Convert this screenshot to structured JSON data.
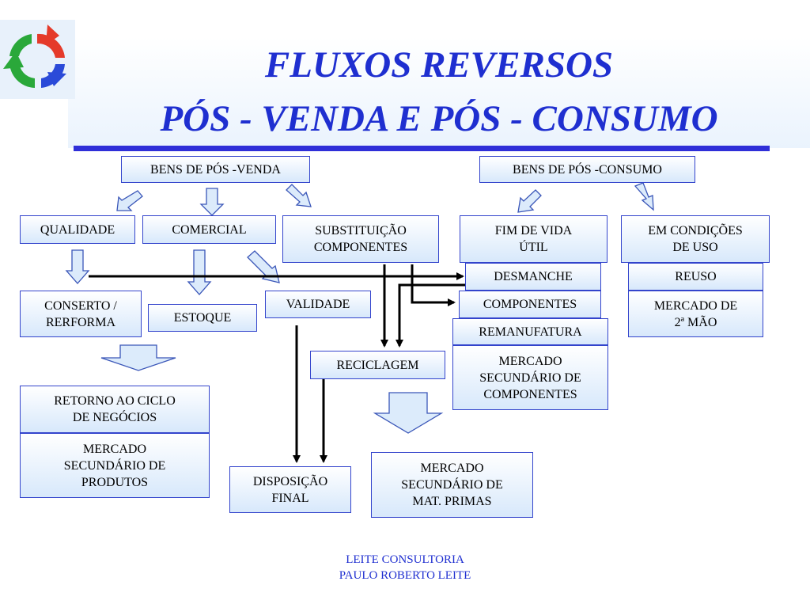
{
  "title": {
    "line1": "FLUXOS REVERSOS",
    "line2": "PÓS - VENDA  E  PÓS - CONSUMO"
  },
  "boxes": {
    "bens_pos_venda": "BENS DE PÓS -VENDA",
    "bens_pos_consumo": "BENS DE PÓS -CONSUMO",
    "qualidade": "QUALIDADE",
    "comercial": "COMERCIAL",
    "substituicao_l1": "SUBSTITUIÇÃO",
    "substituicao_l2": "COMPONENTES",
    "fim_vida_l1": "FIM DE VIDA",
    "fim_vida_l2": "ÚTIL",
    "em_condicoes_l1": "EM CONDIÇÕES",
    "em_condicoes_l2": "DE USO",
    "desmanche": "DESMANCHE",
    "reuso": "REUSO",
    "conserto_l1": "CONSERTO /",
    "conserto_l2": "RERFORMA",
    "estoque": "ESTOQUE",
    "validade": "VALIDADE",
    "componentes": "COMPONENTES",
    "mercado_2a_l1": "MERCADO DE",
    "mercado_2a_l2": "2ª MÃO",
    "remanufatura": "REMANUFATURA",
    "reciclagem": "RECICLAGEM",
    "merc_sec_comp_l1": "MERCADO",
    "merc_sec_comp_l2": "SECUNDÁRIO DE",
    "merc_sec_comp_l3": "COMPONENTES",
    "retorno_l1": "RETORNO AO CICLO",
    "retorno_l2": "DE NEGÓCIOS",
    "merc_sec_prod_l1": "MERCADO",
    "merc_sec_prod_l2": "SECUNDÁRIO DE",
    "merc_sec_prod_l3": "PRODUTOS",
    "disposicao_l1": "DISPOSIÇÃO",
    "disposicao_l2": "FINAL",
    "merc_sec_mat_l1": "MERCADO",
    "merc_sec_mat_l2": "SECUNDÁRIO DE",
    "merc_sec_mat_l3": "MAT. PRIMAS"
  },
  "footer": {
    "line1": "LEITE CONSULTORIA",
    "line2": "PAULO ROBERTO LEITE"
  },
  "colors": {
    "title": "#1f2fd0",
    "rule": "#2f2fd8",
    "box_border": "#3344cc",
    "arrow_fill": "#dcebfb",
    "connector": "#000000"
  },
  "icons": {
    "logo": "recycle-arrows-icon"
  }
}
